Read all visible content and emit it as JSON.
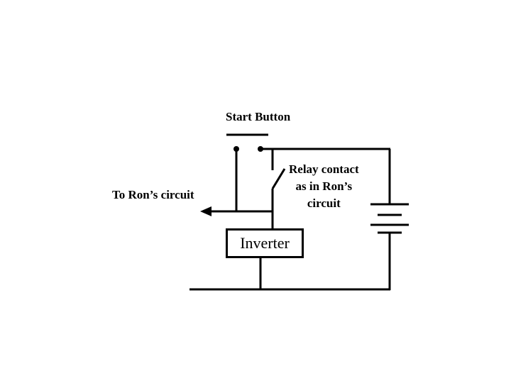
{
  "diagram": {
    "start_button_label": "Start Button",
    "to_circuit_label": "To Ron’s circuit",
    "relay_label_lines": [
      "Relay contact",
      "as in Ron’s",
      "circuit"
    ],
    "inverter_label": "Inverter"
  }
}
